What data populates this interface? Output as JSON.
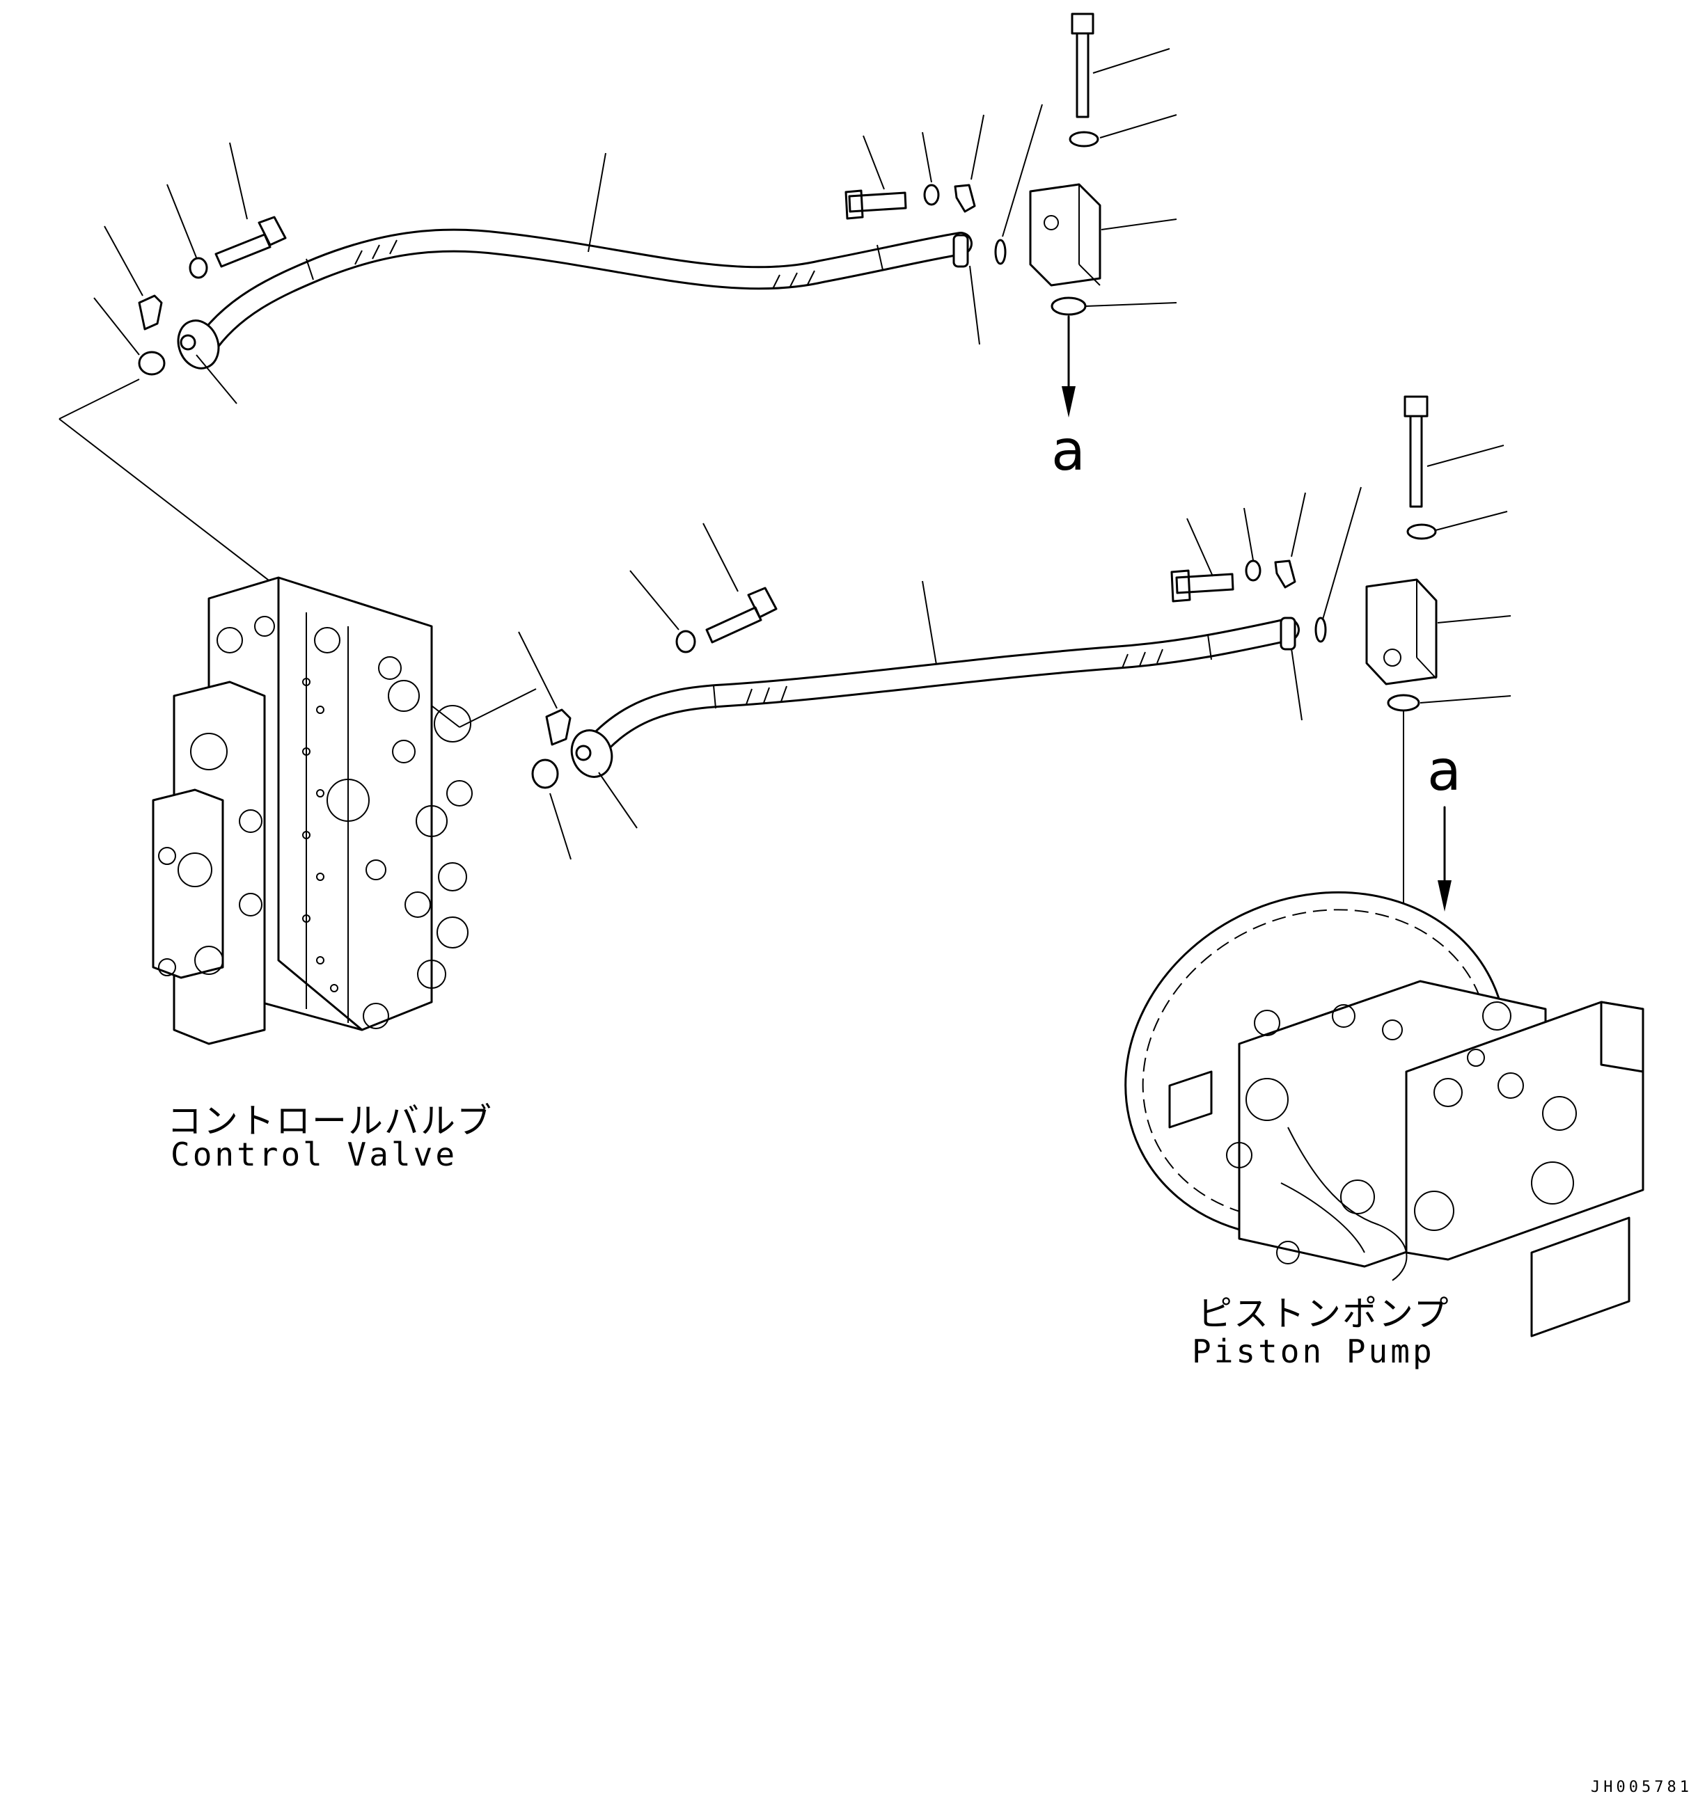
{
  "assemblies": {
    "control_valve": {
      "label_jp": "コントロールバルブ",
      "label_en": "Control Valve"
    },
    "piston_pump": {
      "label_jp": "ピストンポンプ",
      "label_en": "Piston Pump"
    }
  },
  "connection_mark": "a",
  "drawing_code": "JH005781"
}
